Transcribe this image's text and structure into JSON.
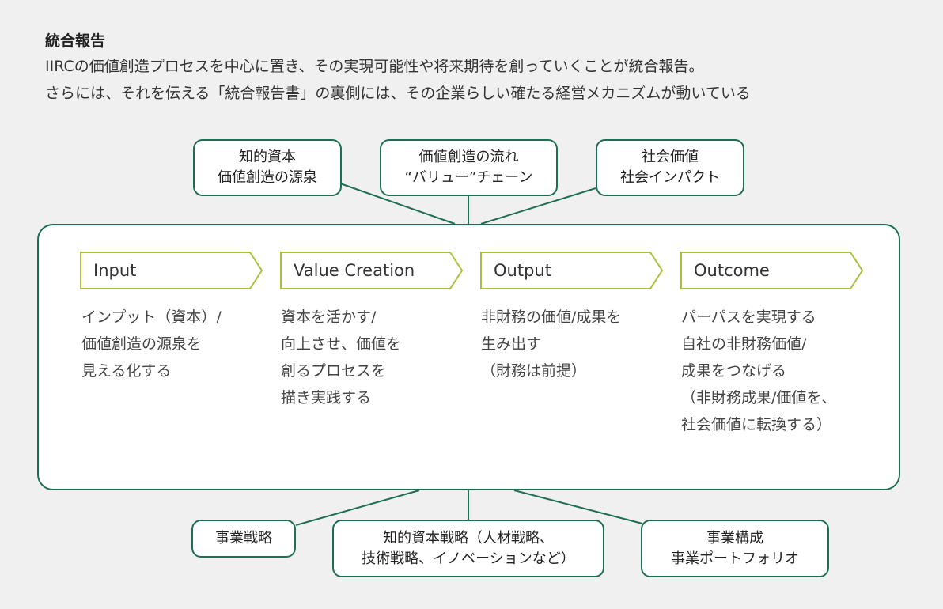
{
  "intro": {
    "title": "統合報告",
    "lines": [
      "IIRCの価値創造プロセスを中心に置き、その実現可能性や将来期待を創っていくことが統合報告。",
      "さらには、それを伝える「統合報告書」の裏側には、その企業らしい確たる経営メカニズムが動いている"
    ]
  },
  "top_boxes": [
    {
      "lines": [
        "知的資本",
        "価値創造の源泉"
      ]
    },
    {
      "lines": [
        "価値創造の流れ",
        "“バリュー”チェーン"
      ]
    },
    {
      "lines": [
        "社会価値",
        "社会インパクト"
      ]
    }
  ],
  "stages": [
    {
      "label": "Input",
      "description": [
        "インプット（資本）/",
        "価値創造の源泉を",
        "見える化する"
      ]
    },
    {
      "label": "Value Creation",
      "description": [
        "資本を活かす/",
        "向上させ、価値を",
        "創るプロセスを",
        "描き実践する"
      ]
    },
    {
      "label": "Output",
      "description": [
        "非財務の価値/成果を",
        "生み出す",
        "（財務は前提）"
      ]
    },
    {
      "label": "Outcome",
      "description": [
        "パーパスを実現する",
        "自社の非財務価値/",
        "成果をつなげる",
        "（非財務成果/価値を、",
        "社会価値に転換する）"
      ]
    }
  ],
  "bottom_boxes": [
    {
      "lines": [
        "事業戦略"
      ]
    },
    {
      "lines": [
        "知的資本戦略（人材戦略、",
        "技術戦略、イノベーションなど）"
      ]
    },
    {
      "lines": [
        "事業構成",
        "事業ポートフォリオ"
      ]
    }
  ],
  "colors": {
    "frame_green": "#1e6e55",
    "arrow_green": "#a8c23c",
    "background": "#f0f0f0"
  }
}
